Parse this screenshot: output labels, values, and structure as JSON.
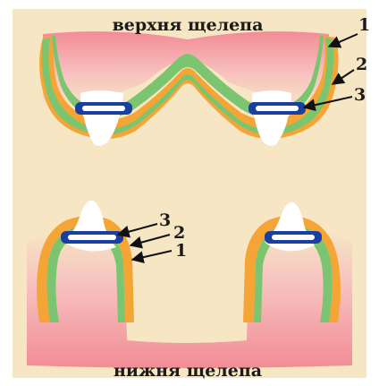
{
  "diagram": {
    "top_caption": "верхня щелепа",
    "bottom_caption": "нижня щелепа",
    "upper_callouts": [
      "1",
      "2",
      "3"
    ],
    "lower_callouts": [
      "3",
      "2",
      "1"
    ],
    "colors": {
      "background": "#f6e6c4",
      "gum_outer": "#f3a5a6",
      "gum_inner": "#f7c9c6",
      "mucosa": "#ef3a52",
      "layer_orange": "#f5a535",
      "layer_green": "#7cc570",
      "tooth": "#ffffff",
      "clasp_dark": "#1a3fa0",
      "clasp_light": "#3a86d8",
      "arrow": "#111111"
    }
  }
}
